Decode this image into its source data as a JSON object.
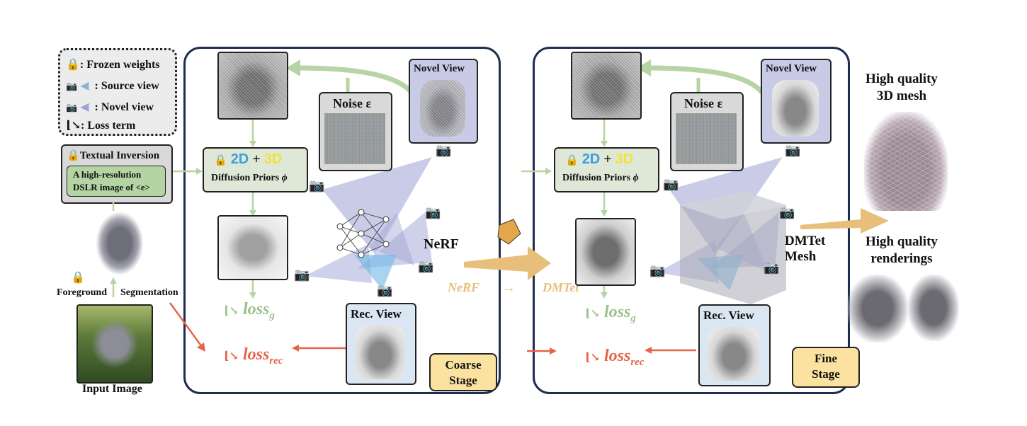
{
  "legend": {
    "frozen": ": Frozen weights",
    "source": "Source view",
    "novel": "Novel view",
    "loss": ": Loss term"
  },
  "left": {
    "textual_inversion_title": "Textual Inversion",
    "prompt_line1": "A high-resolution",
    "prompt_line2": "DSLR image of <e>",
    "foreground": "Foreground",
    "segmentation": "Segmentation",
    "input_image": "Input Image"
  },
  "coarse": {
    "novel_view": "Novel View",
    "noise": "Noise ε",
    "priors_2d": "2D",
    "priors_plus": "+",
    "priors_3d": "3D",
    "priors_label": "Diffusion Priors",
    "priors_phi": "ϕ",
    "nerf": "NeRF",
    "loss_g": "loss",
    "loss_g_sub": "g",
    "loss_rec": "loss",
    "loss_rec_sub": "rec",
    "rec_view": "Rec. View",
    "stage_line1": "Coarse",
    "stage_line2": "Stage"
  },
  "transition": {
    "from": "NeRF",
    "arrow": "→",
    "to": "DMTet"
  },
  "fine": {
    "novel_view": "Novel View",
    "noise": "Noise ε",
    "priors_2d": "2D",
    "priors_plus": "+",
    "priors_3d": "3D",
    "priors_label": "Diffusion Priors",
    "priors_phi": "ϕ",
    "mesh_line1": "DMTet",
    "mesh_line2": "Mesh",
    "loss_g": "loss",
    "loss_g_sub": "g",
    "loss_rec": "loss",
    "loss_rec_sub": "rec",
    "rec_view": "Rec. View",
    "stage_line1": "Fine",
    "stage_line2": "Stage"
  },
  "output": {
    "mesh_line1": "High quality",
    "mesh_line2": "3D mesh",
    "render_line1": "High quality",
    "render_line2": "renderings"
  },
  "colors": {
    "green_arrow": "#b8d4a4",
    "orange_arrow": "#e8bf7a",
    "red_arrow": "#e7634a",
    "blue_2d": "#3aa0e0",
    "yellow_3d": "#f2e23c",
    "frame": "#1f2d4f"
  }
}
